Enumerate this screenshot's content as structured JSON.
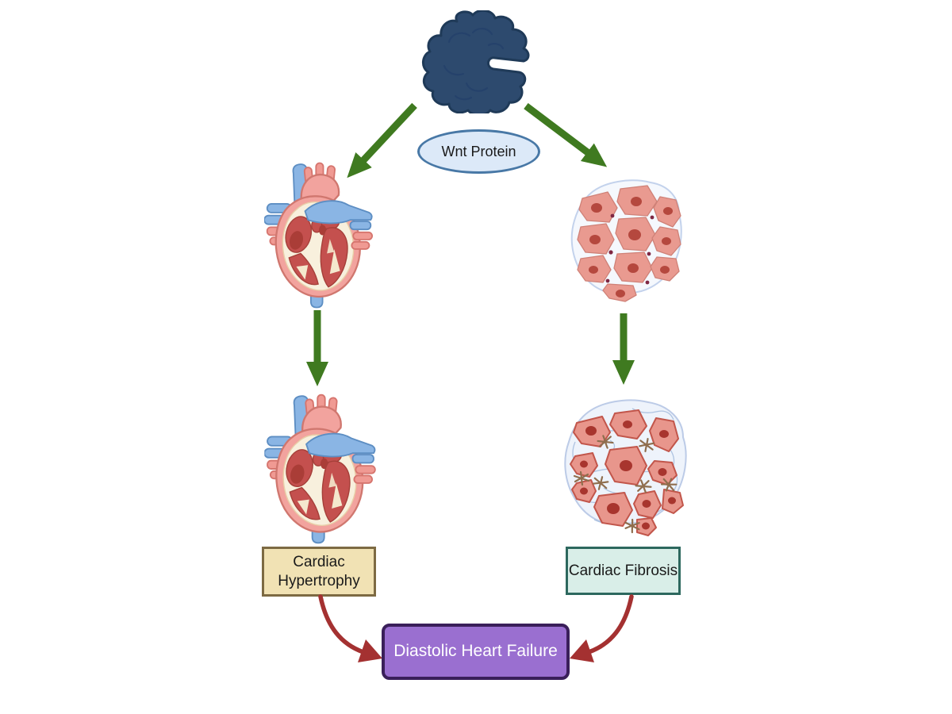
{
  "labels": {
    "wnt_protein": "Wnt Protein",
    "cardiac_hypertrophy": "Cardiac Hypertrophy",
    "cardiac_fibrosis": "Cardiac Fibrosis",
    "diastolic_heart_failure": "Diastolic Heart Failure"
  },
  "nodes": [
    {
      "id": "wnt-protein-molecule",
      "type": "illustration",
      "description": "dark blue protein molecule"
    },
    {
      "id": "wnt-protein-label",
      "type": "oval-label",
      "label": "Wnt Protein"
    },
    {
      "id": "normal-heart",
      "type": "illustration",
      "description": "anatomical heart cross-section"
    },
    {
      "id": "normal-myocardium",
      "type": "illustration",
      "description": "cardiac muscle cells"
    },
    {
      "id": "hypertrophied-heart",
      "type": "illustration",
      "description": "anatomical heart cross-section"
    },
    {
      "id": "fibrotic-myocardium",
      "type": "illustration",
      "description": "cardiac muscle cells with fibrosis"
    },
    {
      "id": "cardiac-hypertrophy-box",
      "type": "box-label",
      "label": "Cardiac Hypertrophy"
    },
    {
      "id": "cardiac-fibrosis-box",
      "type": "box-label",
      "label": "Cardiac Fibrosis"
    },
    {
      "id": "diastolic-heart-failure-box",
      "type": "box-label",
      "label": "Diastolic Heart Failure"
    }
  ],
  "edges": [
    {
      "from": "wnt-protein-molecule",
      "to": "normal-heart",
      "style": "green-straight-arrow"
    },
    {
      "from": "wnt-protein-molecule",
      "to": "normal-myocardium",
      "style": "green-straight-arrow"
    },
    {
      "from": "normal-heart",
      "to": "hypertrophied-heart",
      "style": "green-straight-arrow"
    },
    {
      "from": "normal-myocardium",
      "to": "fibrotic-myocardium",
      "style": "green-straight-arrow"
    },
    {
      "from": "cardiac-hypertrophy-box",
      "to": "diastolic-heart-failure-box",
      "style": "red-curved-arrow"
    },
    {
      "from": "cardiac-fibrosis-box",
      "to": "diastolic-heart-failure-box",
      "style": "red-curved-arrow"
    }
  ],
  "colors": {
    "arrow_green": "#3f7a20",
    "arrow_red": "#a43131",
    "wnt_oval_bg": "#dce9f8",
    "wnt_oval_border": "#4878a6",
    "protein_fill": "#2d4a6e",
    "protein_outline": "#1f3a58",
    "hypertrophy_bg": "#f1e2b4",
    "hypertrophy_border": "#7d6a43",
    "fibrosis_bg": "#d9eee8",
    "fibrosis_border": "#2d685e",
    "failure_bg": "#9a6fd0",
    "failure_border": "#3a1f5a",
    "failure_text": "#ffffff",
    "label_text": "#1a1a1a"
  }
}
